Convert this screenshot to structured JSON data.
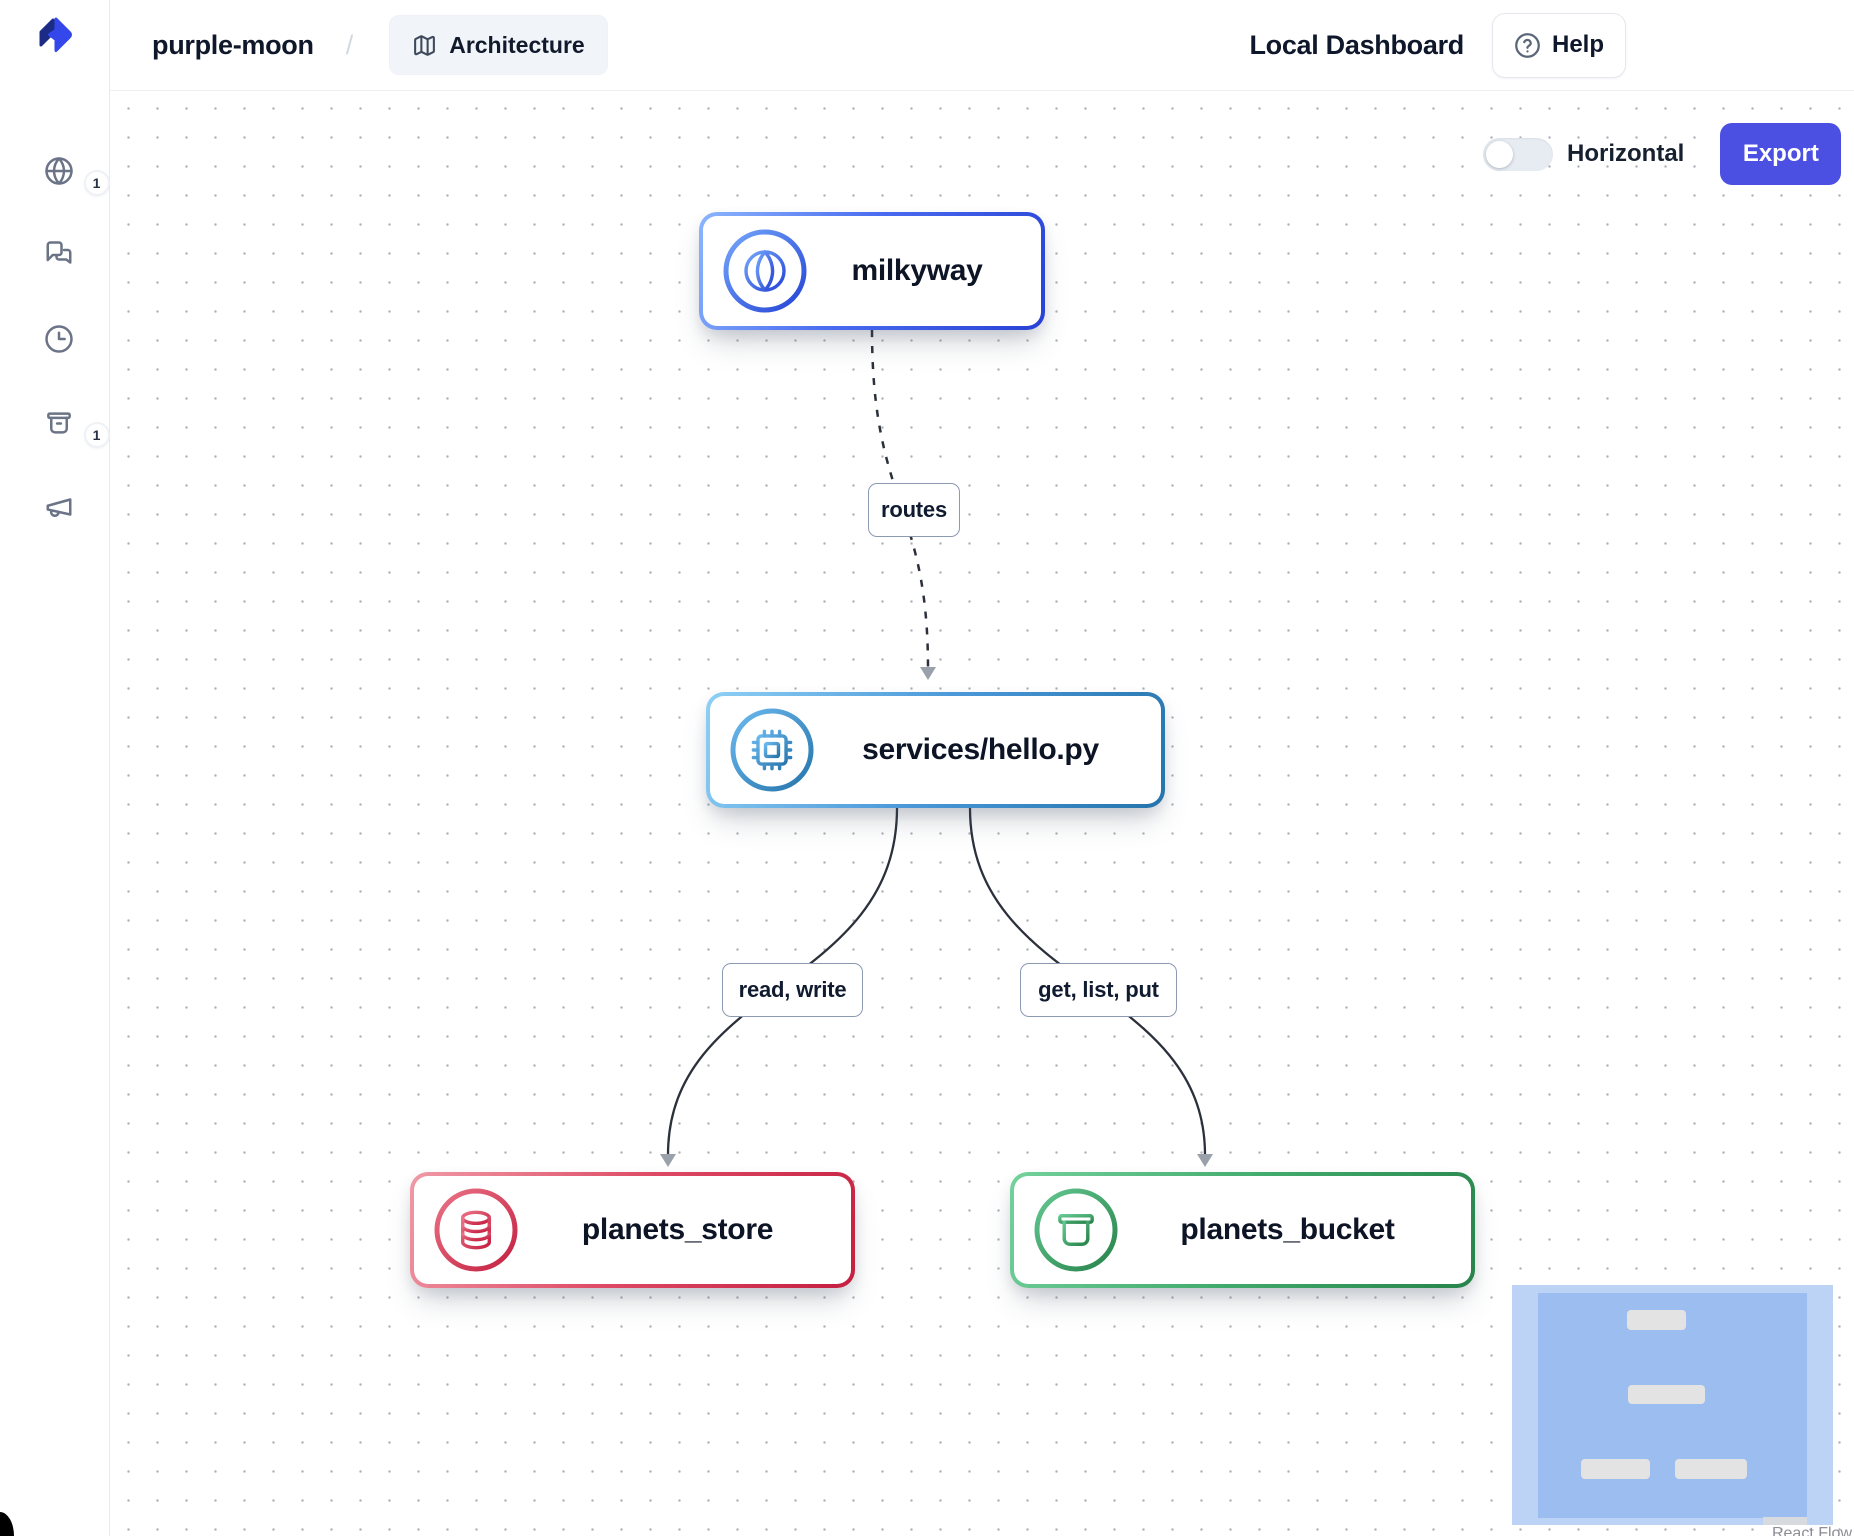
{
  "header": {
    "project": "purple-moon",
    "separator": "/",
    "architecture_label": "Architecture",
    "title": "Local Dashboard",
    "help_label": "Help"
  },
  "sidebar": {
    "items": [
      {
        "icon": "globe-icon",
        "badge": "1"
      },
      {
        "icon": "chat-bubbles-icon",
        "badge": ""
      },
      {
        "icon": "clock-icon",
        "badge": ""
      },
      {
        "icon": "bucket-icon",
        "badge": "1"
      },
      {
        "icon": "megaphone-icon",
        "badge": ""
      }
    ]
  },
  "canvas": {
    "panel": {
      "toggle_label": "Horizontal",
      "toggle_state": "off",
      "export_label": "Export"
    },
    "nodes": [
      {
        "label": "milkyway",
        "icon": "globe-icon",
        "accent": "#2b4fe0"
      },
      {
        "label": "services/hello.py",
        "icon": "cpu-icon",
        "accent": "#2a7ab2"
      },
      {
        "label": "planets_store",
        "icon": "database-icon",
        "accent": "#c92742"
      },
      {
        "label": "planets_bucket",
        "icon": "bucket-icon",
        "accent": "#2b8f52"
      }
    ],
    "edges": [
      {
        "label": "routes",
        "from": "milkyway",
        "to": "services/hello.py",
        "style": "dashed"
      },
      {
        "label": "read, write",
        "from": "services/hello.py",
        "to": "planets_store",
        "style": "solid"
      },
      {
        "label": "get, list, put",
        "from": "services/hello.py",
        "to": "planets_bucket",
        "style": "solid"
      }
    ],
    "attribution": "React Flow"
  },
  "colors": {
    "export_button": "#4b4fe2",
    "node_blue": "#2741d4",
    "node_steel_blue": "#2574ab",
    "node_red": "#c41f40",
    "node_green": "#27834a",
    "edge": "#2b303b",
    "minimap_mask": "#bdd3f5",
    "minimap_viewport": "#9cbdf0"
  }
}
